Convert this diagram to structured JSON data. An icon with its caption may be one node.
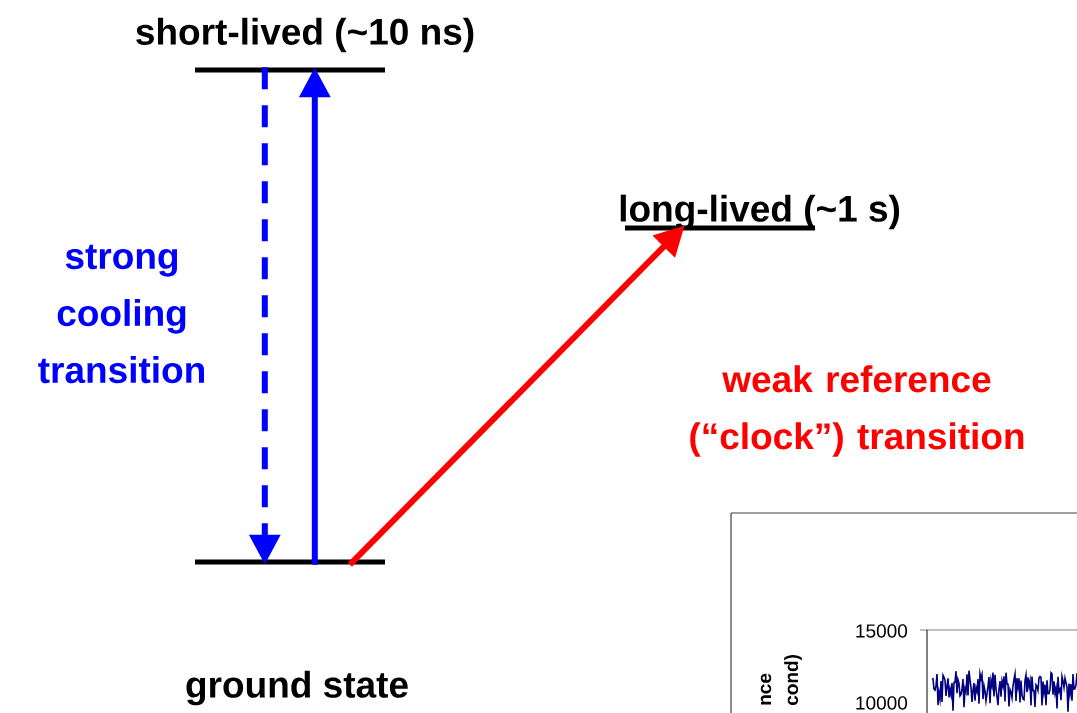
{
  "diagram": {
    "nodes": [
      {
        "text": [
          "short-lived (~10 ns)"
        ]
      },
      {
        "text": [
          "long-lived (~1 s)"
        ]
      },
      {
        "text": [
          "ground state"
        ]
      }
    ],
    "edges": [
      {
        "from": 2,
        "to": 0,
        "arrow": "to"
      },
      {
        "from": 0,
        "to": 2,
        "arrow": "to",
        "style": "dashed",
        "label": "strong cooling transition"
      },
      {
        "from": 2,
        "to": 1,
        "arrow": "to",
        "color": "#ff0000",
        "label": "weak reference (“clock”) transition"
      }
    ],
    "labels": [
      "15000",
      "10000",
      "nce",
      "cond)"
    ]
  }
}
